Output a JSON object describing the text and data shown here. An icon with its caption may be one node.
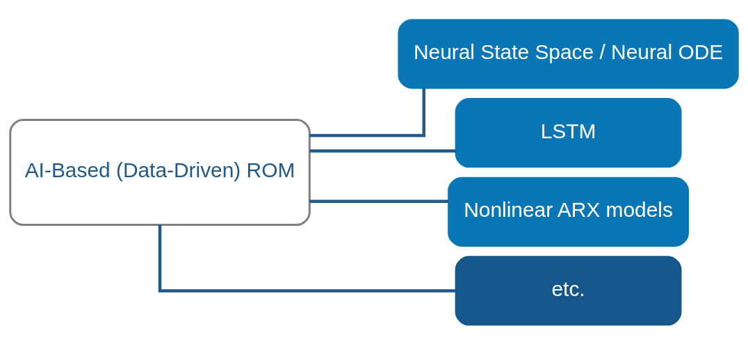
{
  "diagram": {
    "nodes": [
      {
        "text": [
          "AI-Based (Data-Driven) ROM"
        ]
      },
      {
        "text": [
          "Neural State Space / Neural ODE"
        ]
      },
      {
        "text": [
          "LSTM"
        ]
      },
      {
        "text": [
          "Nonlinear ARX models"
        ]
      },
      {
        "text": [
          "etc."
        ]
      }
    ],
    "edges": [
      {
        "from": 0,
        "to": 1,
        "arrow": "none"
      },
      {
        "from": 0,
        "to": 2,
        "arrow": "none"
      },
      {
        "from": 0,
        "to": 3,
        "arrow": "none"
      },
      {
        "from": 0,
        "to": 4,
        "arrow": "none"
      }
    ]
  }
}
